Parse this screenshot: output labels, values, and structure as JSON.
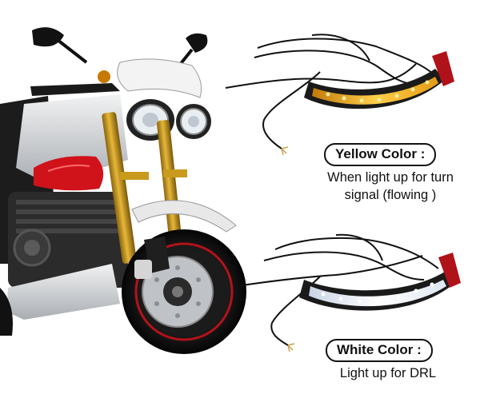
{
  "yellow": {
    "label": "Yellow Color :",
    "caption_line1": "When light up for turn",
    "caption_line2": "signal (flowing )",
    "color": "#f5a623"
  },
  "white": {
    "label": "White Color :",
    "caption_line1": "Light up for DRL",
    "color": "#f4f6ff"
  },
  "bike": {
    "accent_red": "#d0121b",
    "fork_gold": "#c99a1c",
    "body_silver": "#d7d9dc"
  }
}
